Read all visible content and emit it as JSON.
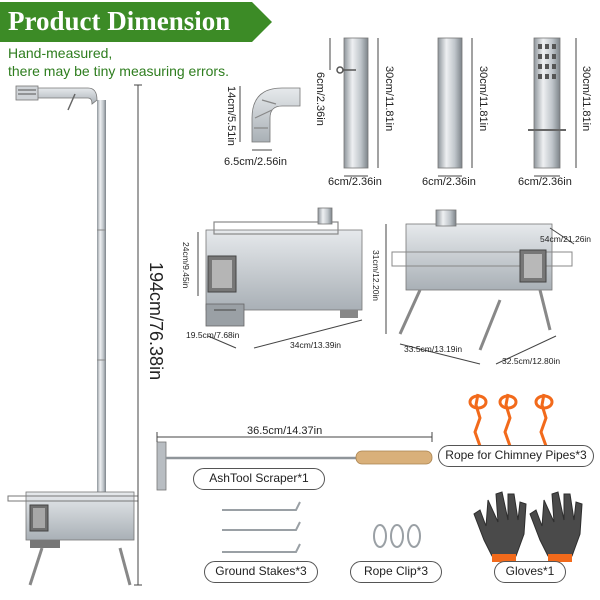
{
  "header": {
    "title": "Product Dimension",
    "note_line1": "Hand-measured,",
    "note_line2": "there may be tiny measuring errors.",
    "banner_color": "#3c8b26",
    "note_color": "#2e7d1e"
  },
  "dimensions": {
    "total_height": "194cm/76.38in",
    "elbow_height": "14cm/5.51in",
    "elbow_width": "6.5cm/2.56in",
    "damper_offset": "6cm/2.36in",
    "pipe1_length": "30cm/11.81in",
    "pipe1_diameter": "6cm/2.36in",
    "pipe2_length": "30cm/11.81in",
    "pipe2_diameter": "6cm/2.36in",
    "pipe3_length": "30cm/11.81in",
    "pipe3_diameter": "6cm/2.36in",
    "stove_height": "24cm/9.45in",
    "stove_depth": "19.5cm/7.68in",
    "stove_length": "34cm/13.39in",
    "stove_leg_height": "31cm/12.20in",
    "stove_leg_length": "33.5cm/13.19in",
    "stove_leg_depth": "32.5cm/12.80in",
    "rack_width": "54cm/21.26in",
    "scraper_length": "36.5cm/14.37in"
  },
  "accessories": {
    "scraper": "AshTool Scraper*1",
    "rope": "Rope for Chimney Pipes*3",
    "stakes": "Ground Stakes*3",
    "clip": "Rope Clip*3",
    "gloves": "Gloves*1"
  },
  "colors": {
    "steel": "#c9cdd1",
    "rope": "#f26a1b",
    "glove": "#4a4a4a",
    "handle": "#d9b07a"
  }
}
